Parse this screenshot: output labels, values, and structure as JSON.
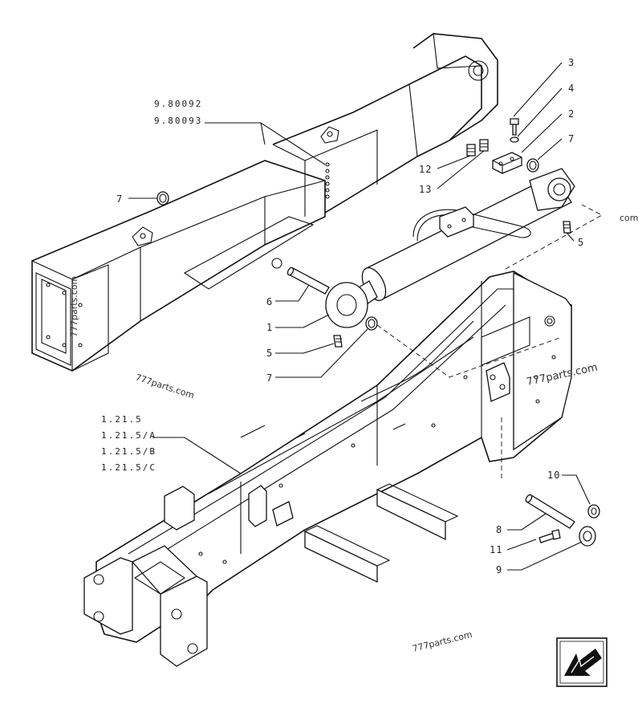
{
  "callouts": {
    "c1": "1",
    "c2": "2",
    "c3": "3",
    "c4": "4",
    "c5a": "5",
    "c5b": "5",
    "c6": "6",
    "c7a": "7",
    "c7b": "7",
    "c7c": "7",
    "c8": "8",
    "c9": "9",
    "c10": "10",
    "c11": "11",
    "c12": "12",
    "c13": "13"
  },
  "references": {
    "boom": [
      "9.80092",
      "9.80093"
    ],
    "frame": [
      "1.21.5",
      "1.21.5/A",
      "1.21.5/B",
      "1.21.5/C"
    ]
  },
  "watermarks": {
    "w1": "777parts.com",
    "w2": "777parts.com",
    "w3": "777parts.com",
    "w4": "777parts.com",
    "w5": "com"
  }
}
